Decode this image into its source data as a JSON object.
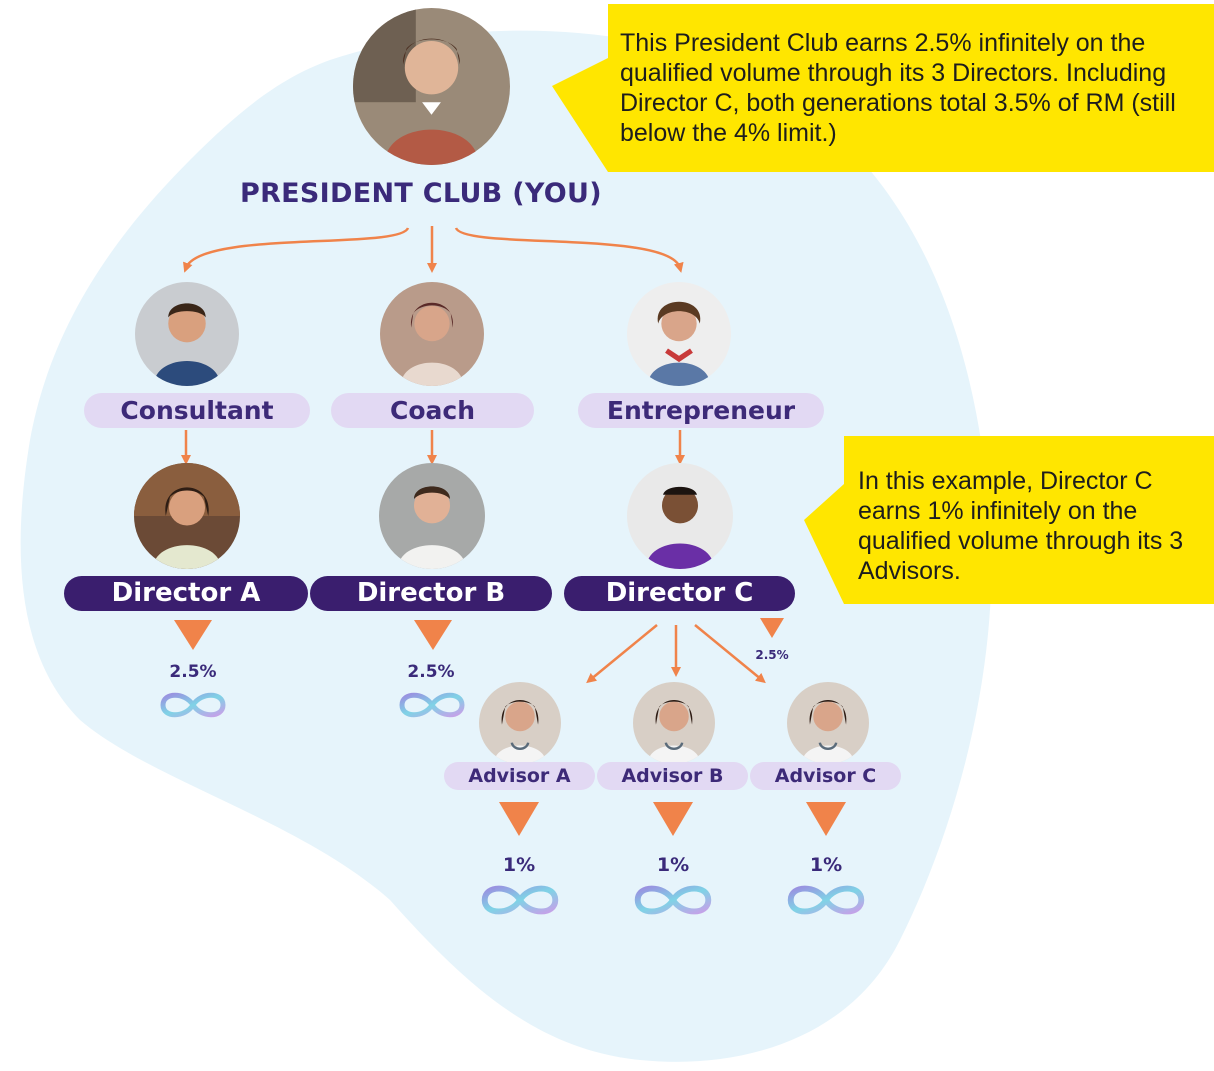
{
  "top": {
    "label": "PRESIDENT CLUB (YOU)"
  },
  "callout_top": {
    "text": "This President Club earns 2.5% infinitely on the qualified volume through its 3 Directors. Including Director C, both generations total 3.5% of RM (still below the 4% limit.)"
  },
  "callout_mid": {
    "text": "In this example, Director C earns 1% infinitely on the qualified volume through its 3 Advisors."
  },
  "roles": [
    {
      "label": "Consultant"
    },
    {
      "label": "Coach"
    },
    {
      "label": "Entrepreneur"
    }
  ],
  "directors": [
    {
      "label": "Director A",
      "rate": "2.5%"
    },
    {
      "label": "Director B",
      "rate": "2.5%"
    },
    {
      "label": "Director C",
      "rate": "2.5%"
    }
  ],
  "advisors": [
    {
      "label": "Advisor A",
      "rate": "1%"
    },
    {
      "label": "Advisor B",
      "rate": "1%"
    },
    {
      "label": "Advisor C",
      "rate": "1%"
    }
  ],
  "colors": {
    "blob": "#e6f4fb",
    "orange": "#f0834a",
    "purple": "#3a1e6e",
    "lilac": "#e2d9f3",
    "yellow": "#ffe600"
  },
  "icons": {
    "rate": "infinity-icon",
    "flow": "arrow-down-icon"
  }
}
